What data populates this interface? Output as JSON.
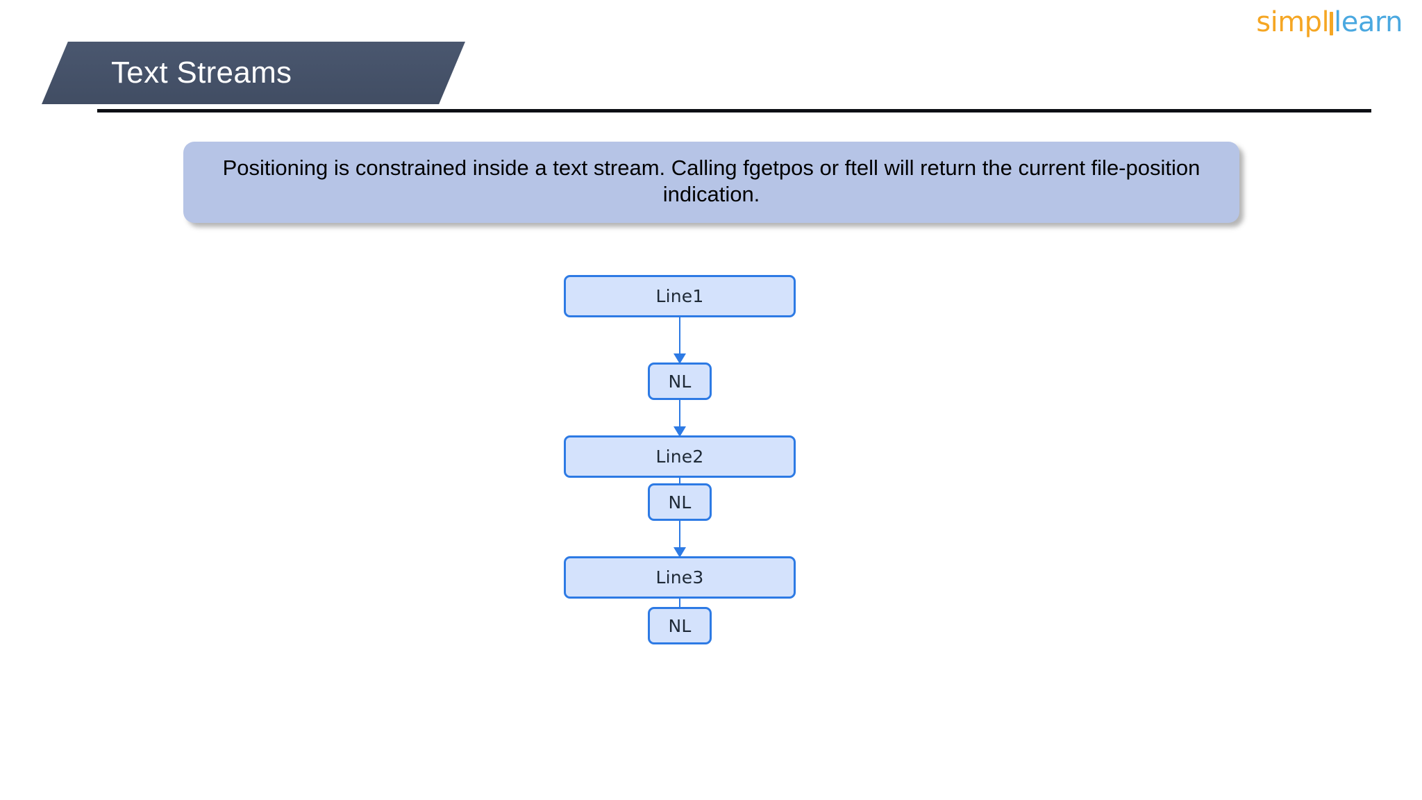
{
  "logo": {
    "part1": "simpl",
    "part2": "learn",
    "separator_icon": "vertical-bar-icon",
    "color_part1": "#f5a623",
    "color_part2": "#4aa8e0"
  },
  "header": {
    "title": "Text Streams",
    "band_color": "#45516a",
    "rule_color": "#0d0f14"
  },
  "callout": {
    "text": "Positioning is constrained inside a text stream. Calling fgetpos or ftell will return the current file-position indication.",
    "background_color": "#b6c4e6"
  },
  "diagram": {
    "type": "flow",
    "node_fill": "#d4e2fc",
    "node_border": "#2d7ae4",
    "arrow_color": "#2d7ae4",
    "nodes": [
      {
        "id": "line1",
        "label": "Line1",
        "size": "wide"
      },
      {
        "id": "nl1",
        "label": "NL",
        "size": "small"
      },
      {
        "id": "line2",
        "label": "Line2",
        "size": "wide"
      },
      {
        "id": "nl2",
        "label": "NL",
        "size": "small"
      },
      {
        "id": "line3",
        "label": "Line3",
        "size": "wide"
      },
      {
        "id": "nl3",
        "label": "NL",
        "size": "small"
      }
    ],
    "edges": [
      {
        "from": "line1",
        "to": "nl1"
      },
      {
        "from": "nl1",
        "to": "line2"
      },
      {
        "from": "line2",
        "to": "nl2"
      },
      {
        "from": "nl2",
        "to": "line3"
      },
      {
        "from": "line3",
        "to": "nl3"
      }
    ]
  }
}
